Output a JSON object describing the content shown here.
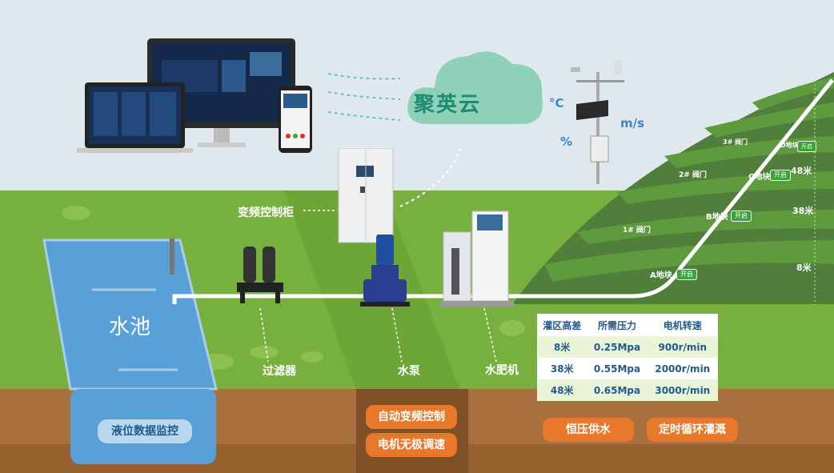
{
  "cloud": {
    "name": "聚英云"
  },
  "weather_units": {
    "temp": "°C",
    "humidity": "%",
    "wind": "m/s"
  },
  "labels": {
    "cabinet": "变频控制柜",
    "pool": "水池",
    "filter": "过滤器",
    "pump": "水泵",
    "fertilizer": "水肥机"
  },
  "features": {
    "level_monitor": "液位数据监控",
    "auto_vfd": "自动变频控制",
    "stepless": "电机无极调速",
    "const_pressure": "恒压供水",
    "timed_irrigation": "定时循环灌溉"
  },
  "spec_table": {
    "headers": [
      "灌区高差",
      "所需压力",
      "电机转速"
    ],
    "rows": [
      [
        "8米",
        "0.25Mpa",
        "900r/min"
      ],
      [
        "38米",
        "0.55Mpa",
        "2000r/min"
      ],
      [
        "48米",
        "0.65Mpa",
        "3000r/min"
      ]
    ]
  },
  "hill": {
    "plots": [
      {
        "plot": "A地块",
        "state": "开启"
      },
      {
        "plot": "B地块",
        "state": "开启"
      },
      {
        "plot": "C地块",
        "state": "开启"
      },
      {
        "plot": "D地块",
        "state": "开启"
      }
    ],
    "valves": [
      "1# 阀门",
      "2# 阀门",
      "3# 阀门"
    ],
    "heights": [
      "48米",
      "38米",
      "8米"
    ]
  },
  "colors": {
    "sky": "#dfe8ec",
    "grass": "#77b03e",
    "soil": "#a06a3c",
    "water": "#5aa0d8",
    "accent": "#e8782a",
    "cloud": "#8fd0b8"
  }
}
